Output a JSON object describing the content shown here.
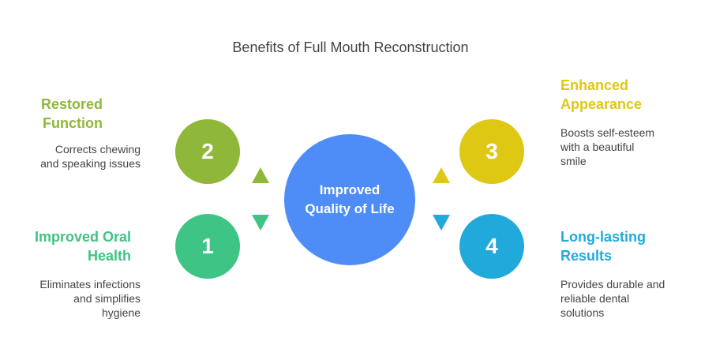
{
  "title": "Benefits of Full Mouth Reconstruction",
  "center": {
    "lines": [
      "Improved",
      "Quality of Life"
    ],
    "color": "#4e8df7"
  },
  "items": [
    {
      "number": "1",
      "title_lines": [
        "Improved Oral",
        "Health"
      ],
      "desc_lines": [
        "Eliminates infections",
        "and simplifies",
        "hygiene"
      ],
      "color": "#3ec484"
    },
    {
      "number": "2",
      "title_lines": [
        "Restored",
        "Function"
      ],
      "desc_lines": [
        "Corrects chewing",
        "and speaking issues"
      ],
      "color": "#8fb83a"
    },
    {
      "number": "3",
      "title_lines": [
        "Enhanced",
        "Appearance"
      ],
      "desc_lines": [
        "Boosts self-esteem",
        "with a beautiful",
        "smile"
      ],
      "color": "#dfc814"
    },
    {
      "number": "4",
      "title_lines": [
        "Long-lasting",
        "Results"
      ],
      "desc_lines": [
        "Provides durable and",
        "reliable dental",
        "solutions"
      ],
      "color": "#22a9dc"
    }
  ]
}
